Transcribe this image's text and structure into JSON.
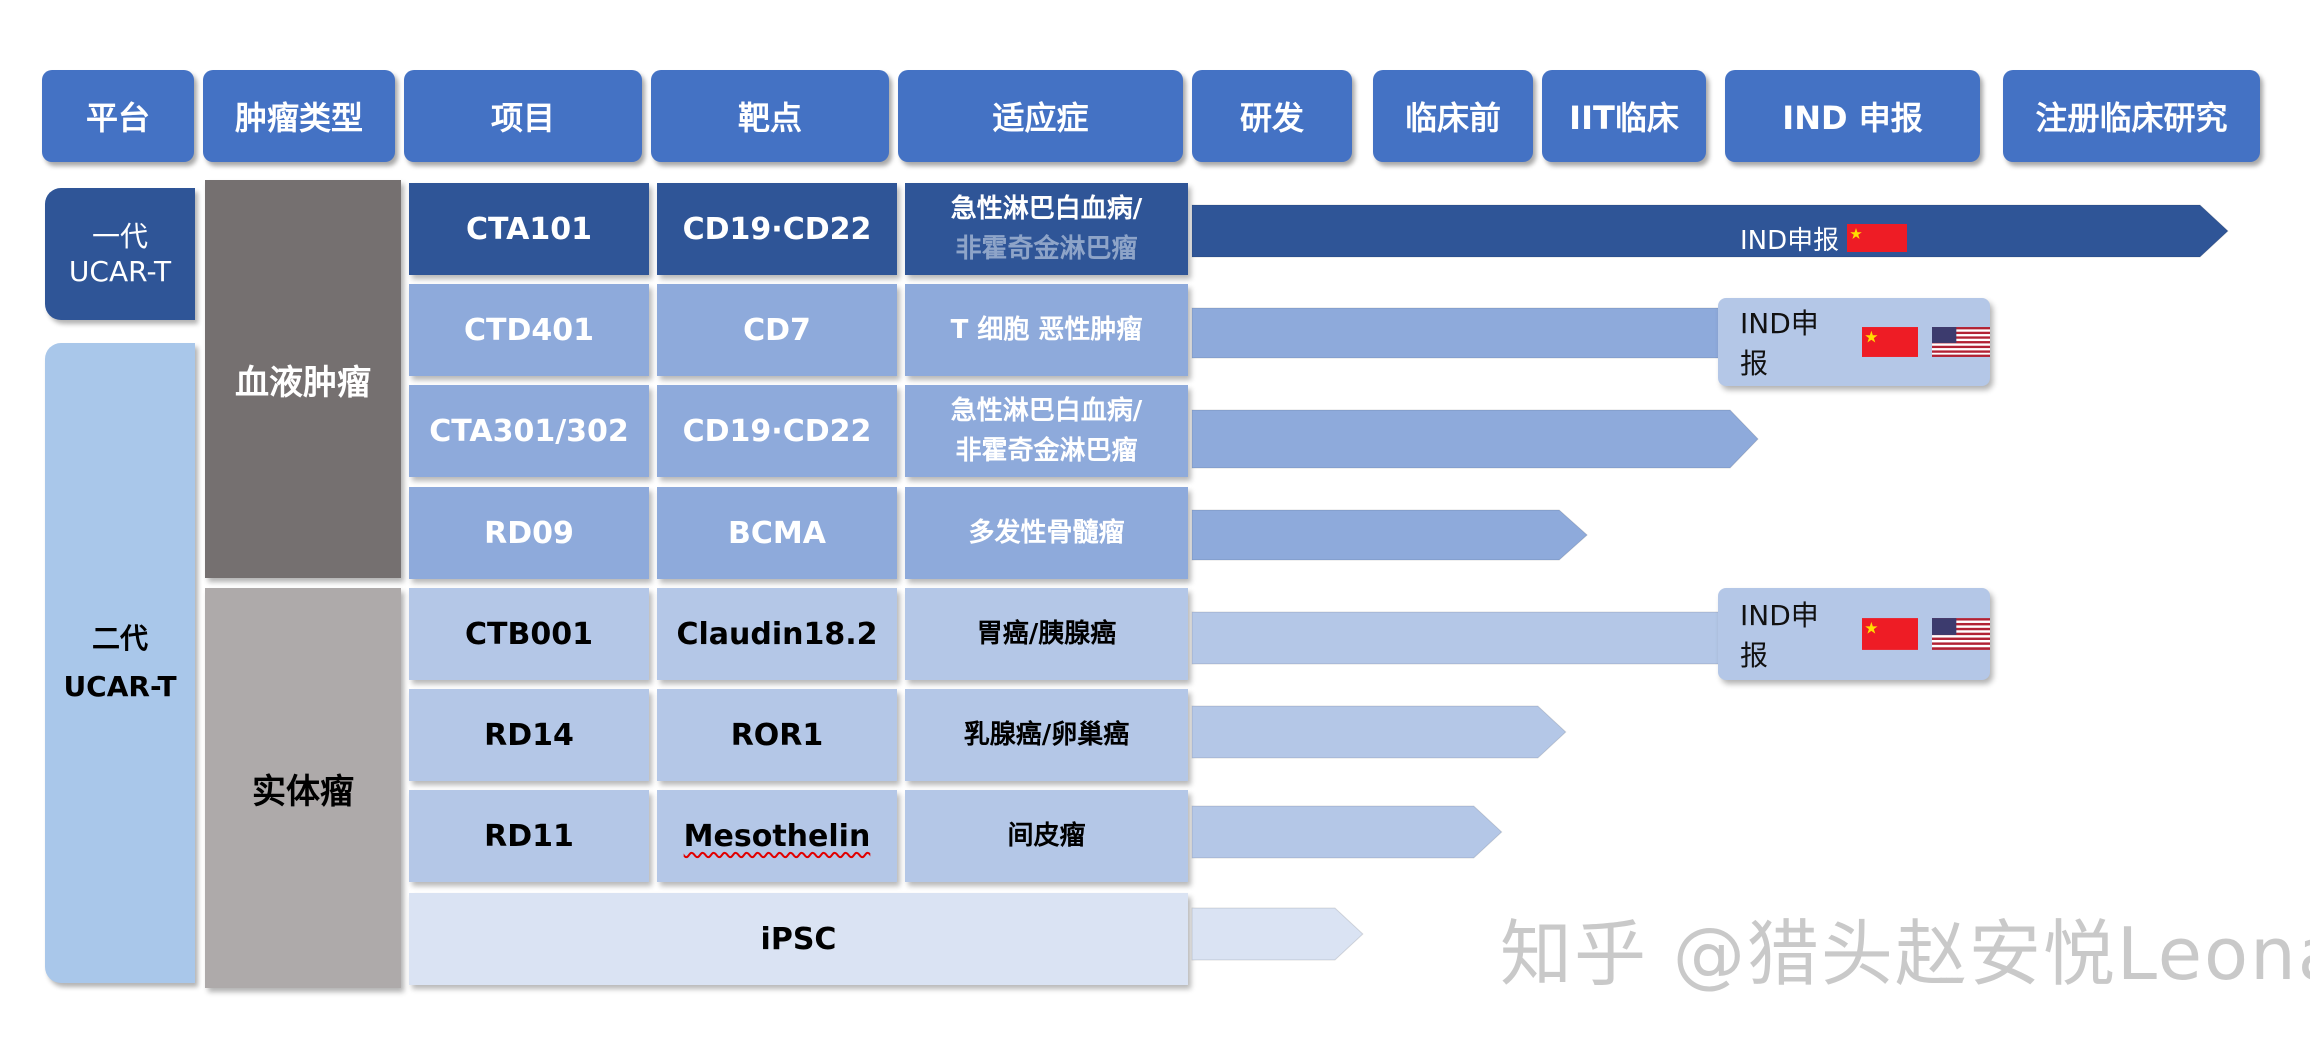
{
  "headers": [
    "平台",
    "肿瘤类型",
    "项目",
    "靶点",
    "适应症",
    "研发",
    "临床前",
    "IIT临床",
    "IND 申报",
    "注册临床研究"
  ],
  "platforms": {
    "gen1": [
      "一代",
      "UCAR-T"
    ],
    "gen2": [
      "二代",
      "UCAR-T"
    ]
  },
  "tumor_types": {
    "blood": "血液肿瘤",
    "solid": "实体瘤"
  },
  "rows": [
    {
      "project": "CTA101",
      "target": "CD19·CD22",
      "indication": [
        "急性淋巴白血病/",
        "非霍奇金淋巴瘤"
      ],
      "stage_progress": 0.97
    },
    {
      "project": "CTD401",
      "target": "CD7",
      "indication": [
        "T 细胞 恶性肿瘤"
      ],
      "stage_progress": 0.55
    },
    {
      "project": "CTA301/302",
      "target": "CD19·CD22",
      "indication": [
        "急性淋巴白血病/",
        "非霍奇金淋巴瘤"
      ],
      "stage_progress": 0.53
    },
    {
      "project": "RD09",
      "target": "BCMA",
      "indication": [
        "多发性骨髓瘤"
      ],
      "stage_progress": 0.37
    },
    {
      "project": "CTB001",
      "target": "Claudin18.2",
      "indication": [
        "胃癌/胰腺癌"
      ],
      "stage_progress": 0.54
    },
    {
      "project": "RD14",
      "target": "ROR1",
      "indication": [
        "乳腺癌/卵巢癌"
      ],
      "stage_progress": 0.35
    },
    {
      "project": "RD11",
      "target": "Mesothelin",
      "indication": [
        "间皮瘤"
      ],
      "stage_progress": 0.29
    },
    {
      "project": "iPSC",
      "target": "",
      "indication": [],
      "stage_progress": 0.16
    }
  ],
  "arrow_label": "IND申报",
  "callouts": [
    {
      "label": "IND申报",
      "flags": [
        "china-flag",
        "usa-flag"
      ]
    },
    {
      "label": "IND申报",
      "flags": [
        "china-flag",
        "usa-flag"
      ]
    }
  ],
  "watermark": "知乎 @猎头赵安悦Leona",
  "colors": {
    "header": "#4472c4",
    "gen1": "#2f5597",
    "gen2": "#a9c7ea",
    "blood": "#757070",
    "solid": "#aeaaaa",
    "arrow_dark": "#2f5597",
    "arrow_mid": "#8eaadb",
    "arrow_light": "#b4c7e7",
    "arrow_pale": "#dae3f3",
    "china_red": "#ee1c25",
    "china_star": "#ffde00"
  }
}
